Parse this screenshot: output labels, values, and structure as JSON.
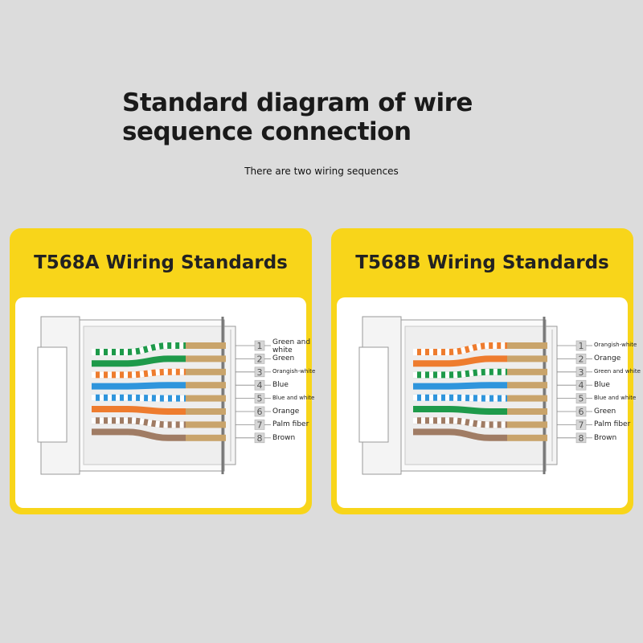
{
  "title": "Standard diagram of wire sequence connection",
  "subtitle": "There are two wiring sequences",
  "standards": [
    {
      "title": "T568A Wiring Standards",
      "pins": [
        {
          "num": "1",
          "label": "Green and white",
          "color": "#1e9a4a",
          "striped": true
        },
        {
          "num": "2",
          "label": "Green",
          "color": "#1e9a4a",
          "striped": false
        },
        {
          "num": "3",
          "label": "Orangish-white",
          "color": "#ee7c2e",
          "striped": true
        },
        {
          "num": "4",
          "label": "Blue",
          "color": "#2f95dc",
          "striped": false
        },
        {
          "num": "5",
          "label": "Blue and white",
          "color": "#2f95dc",
          "striped": true
        },
        {
          "num": "6",
          "label": "Orange",
          "color": "#ee7c2e",
          "striped": false
        },
        {
          "num": "7",
          "label": "Palm fiber",
          "color": "#a07c64",
          "striped": true
        },
        {
          "num": "8",
          "label": "Brown",
          "color": "#a07c64",
          "striped": false
        }
      ]
    },
    {
      "title": "T568B Wiring Standards",
      "pins": [
        {
          "num": "1",
          "label": "Orangish-white",
          "color": "#ee7c2e",
          "striped": true
        },
        {
          "num": "2",
          "label": "Orange",
          "color": "#ee7c2e",
          "striped": false
        },
        {
          "num": "3",
          "label": "Green and white",
          "color": "#1e9a4a",
          "striped": true
        },
        {
          "num": "4",
          "label": "Blue",
          "color": "#2f95dc",
          "striped": false
        },
        {
          "num": "5",
          "label": "Blue and white",
          "color": "#2f95dc",
          "striped": true
        },
        {
          "num": "6",
          "label": "Green",
          "color": "#1e9a4a",
          "striped": false
        },
        {
          "num": "7",
          "label": "Palm fiber",
          "color": "#a07c64",
          "striped": true
        },
        {
          "num": "8",
          "label": "Brown",
          "color": "#a07c64",
          "striped": false
        }
      ]
    }
  ],
  "colors": {
    "background": "#dcdcdc",
    "card": "#f8d51a",
    "panel": "#ffffff",
    "contact": "#c9a46b"
  }
}
